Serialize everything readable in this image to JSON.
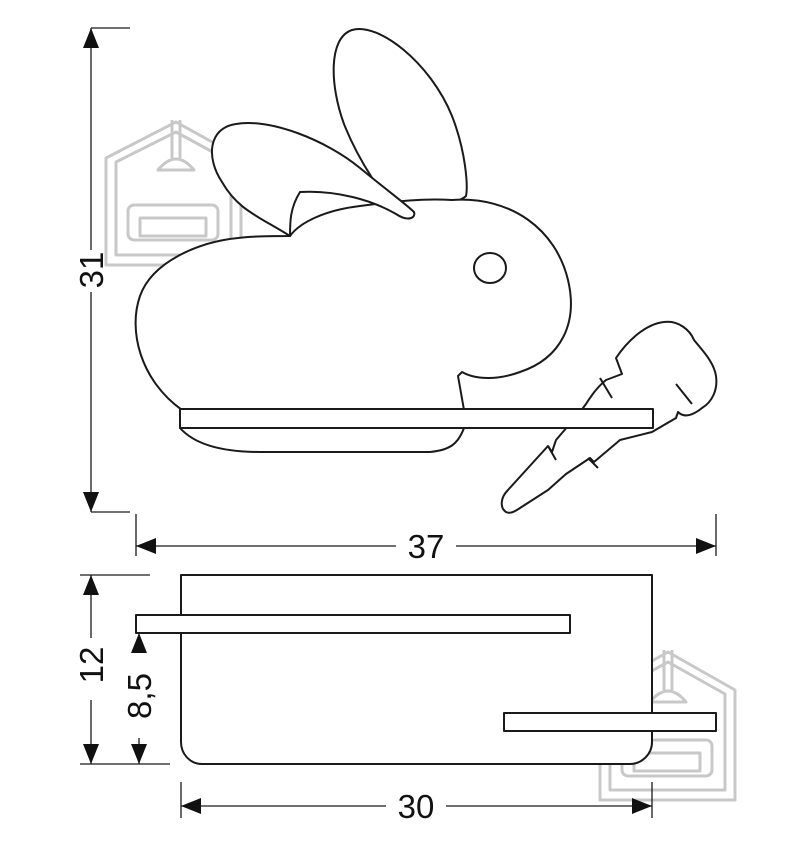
{
  "front_view": {
    "height_label": "31",
    "width_label": "37"
  },
  "side_view": {
    "height_label": "12",
    "inner_height_label": "8,5",
    "width_label": "30"
  },
  "colors": {
    "line": "#1a1a1a",
    "watermark": "#c8c8c8",
    "background": "#ffffff"
  }
}
